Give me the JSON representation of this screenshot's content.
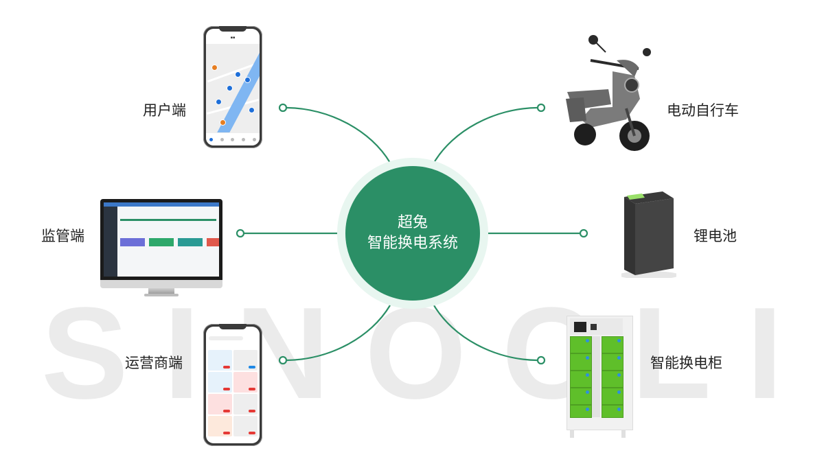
{
  "hub": {
    "line1": "超兔",
    "line2": "智能换电系统",
    "color": "#2b8f66",
    "ring_color": "#e8f6f0"
  },
  "watermark": {
    "letters": [
      "S",
      "I",
      "N",
      "O",
      "C",
      "L",
      "I"
    ],
    "color": "#ebebeb"
  },
  "connector_color": "#2b8f66",
  "nodes": {
    "user_client": {
      "label": "用户端",
      "icon": "smartphone-map-app"
    },
    "supervision_client": {
      "label": "监管端",
      "icon": "desktop-admin-dashboard"
    },
    "operator_client": {
      "label": "运营商端",
      "icon": "smartphone-cabinet-list"
    },
    "electric_bike": {
      "label": "电动自行车",
      "icon": "electric-scooter"
    },
    "lithium_battery": {
      "label": "锂电池",
      "icon": "battery-pack"
    },
    "swap_cabinet": {
      "label": "智能换电柜",
      "icon": "battery-swap-cabinet"
    }
  }
}
